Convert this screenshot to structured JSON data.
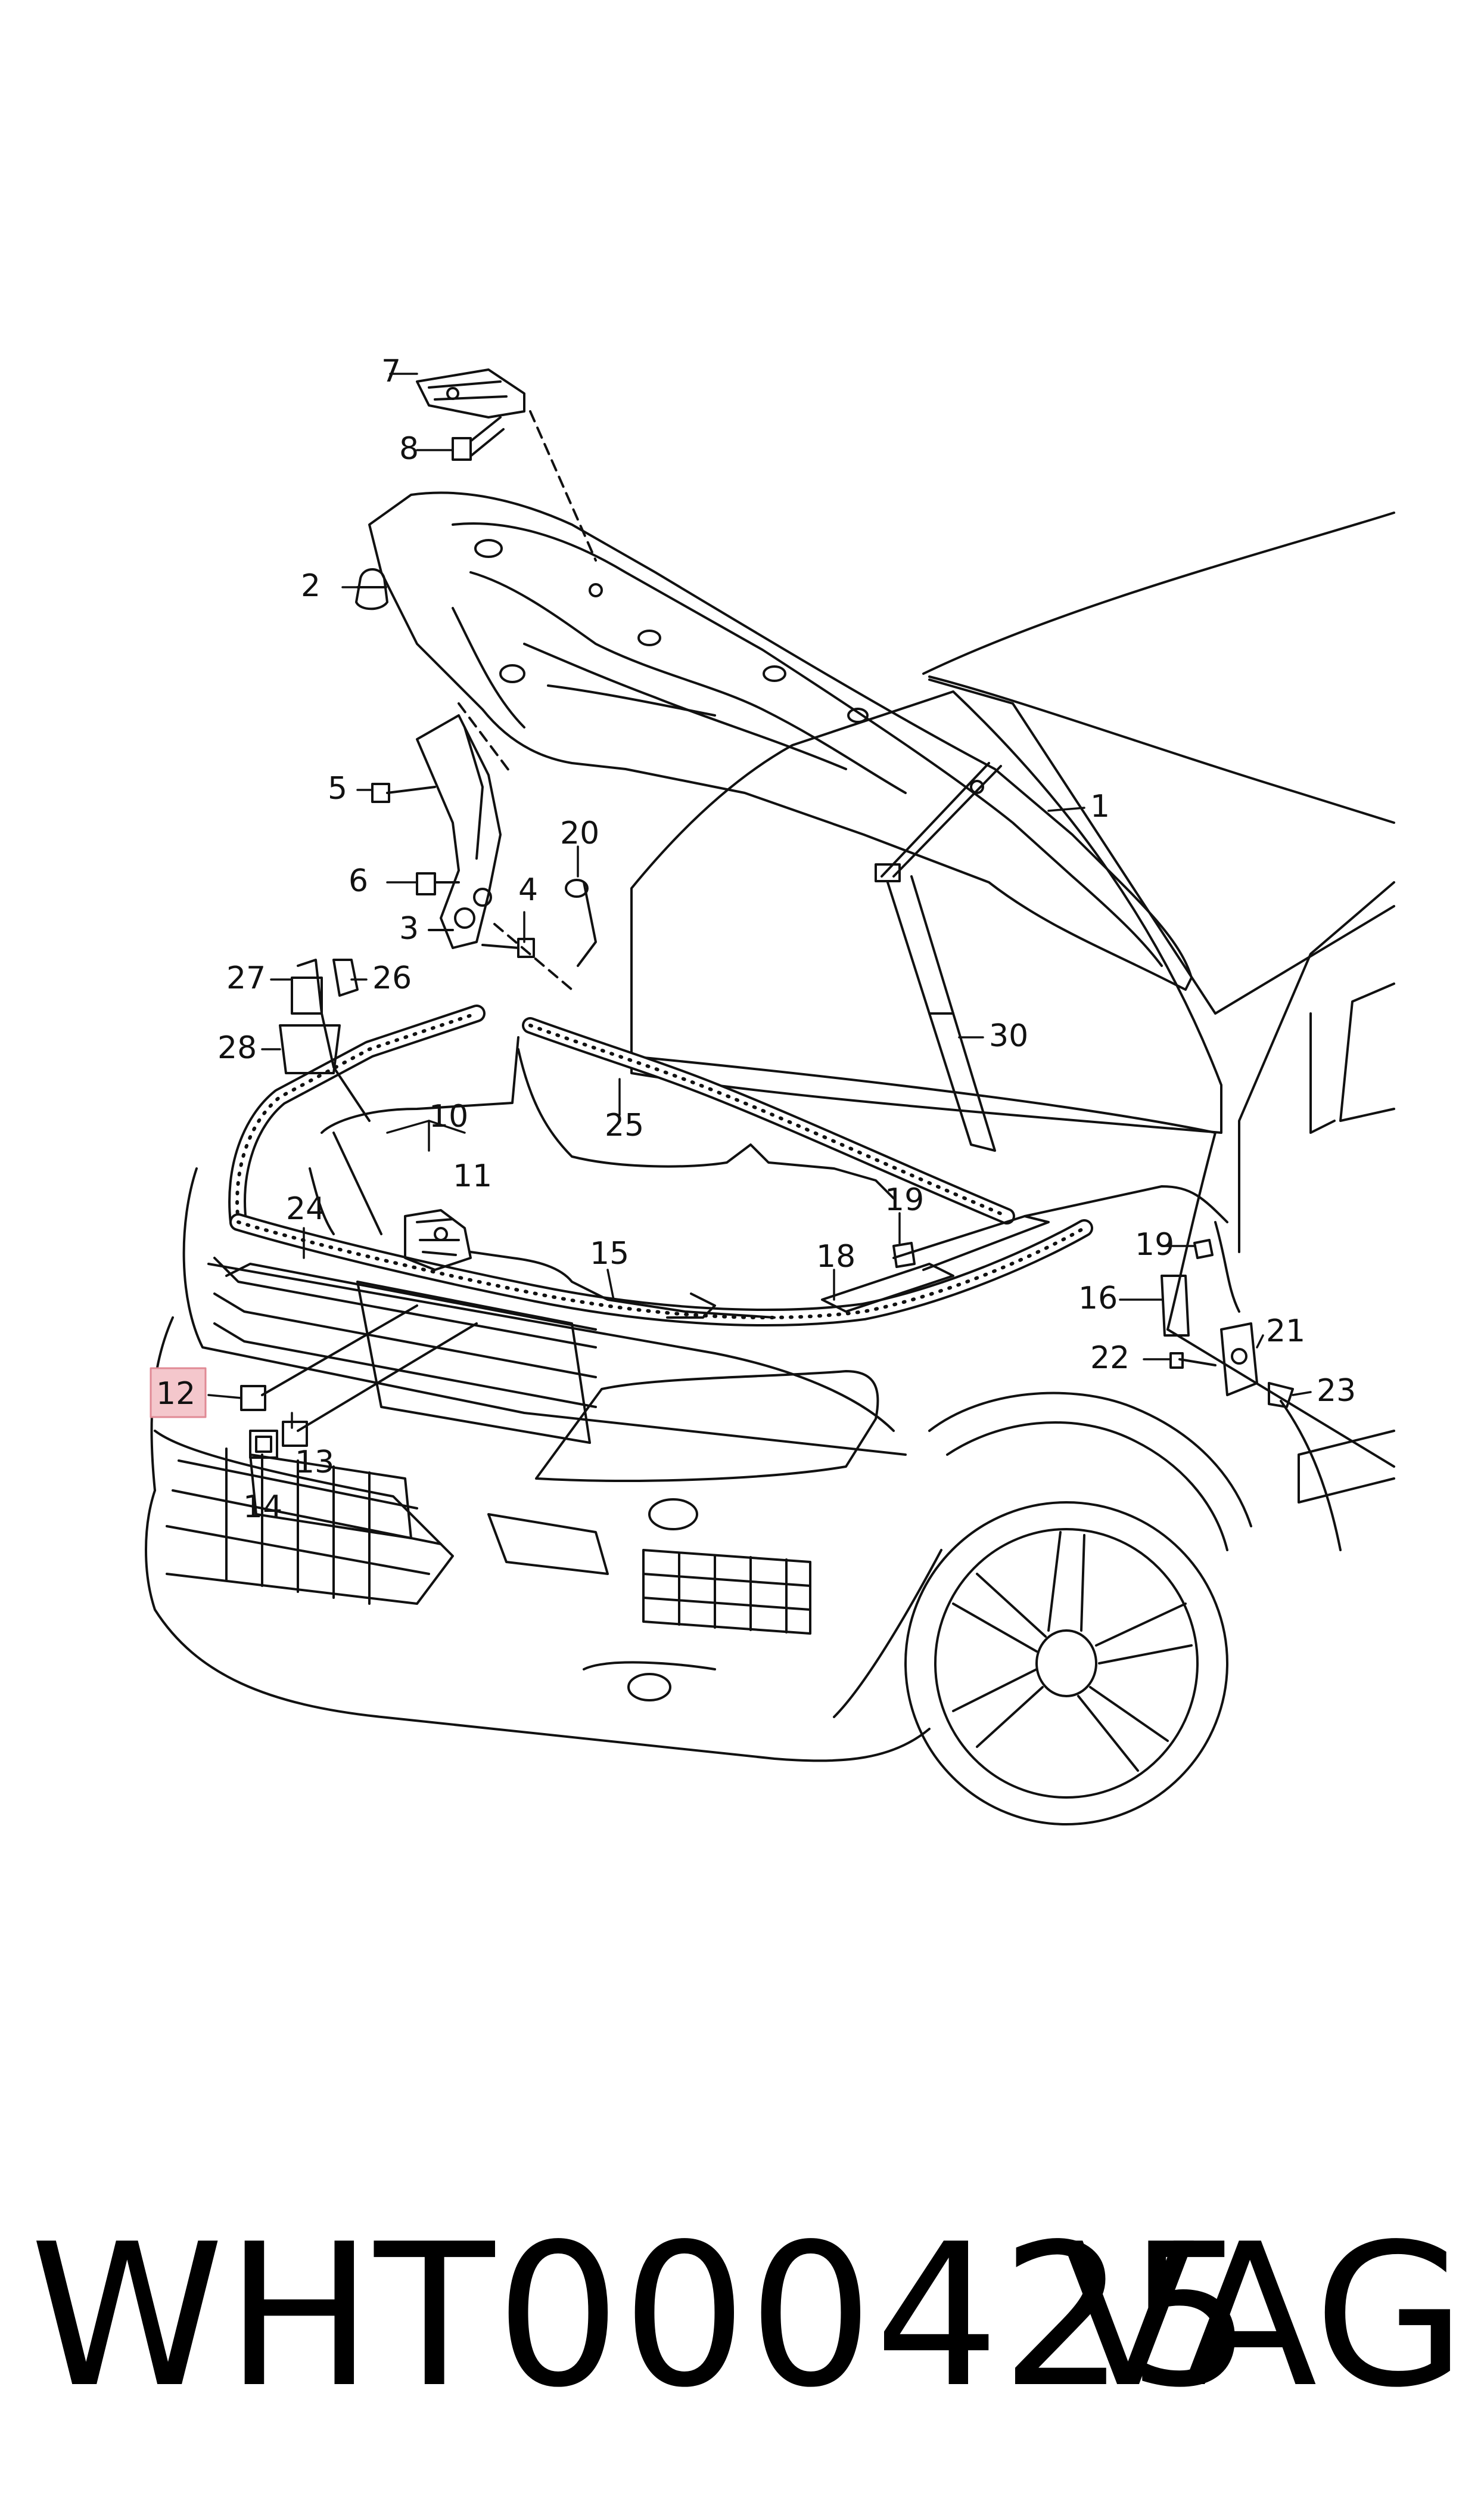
{
  "callouts": [
    {
      "id": "1",
      "text": "1"
    },
    {
      "id": "2",
      "text": "2"
    },
    {
      "id": "3",
      "text": "3"
    },
    {
      "id": "4",
      "text": "4"
    },
    {
      "id": "5",
      "text": "5"
    },
    {
      "id": "6",
      "text": "6"
    },
    {
      "id": "7",
      "text": "7"
    },
    {
      "id": "8",
      "text": "8"
    },
    {
      "id": "10",
      "text": "10"
    },
    {
      "id": "11",
      "text": "11"
    },
    {
      "id": "12",
      "text": "12"
    },
    {
      "id": "13",
      "text": "13"
    },
    {
      "id": "14",
      "text": "14"
    },
    {
      "id": "15",
      "text": "15"
    },
    {
      "id": "16",
      "text": "16"
    },
    {
      "id": "18",
      "text": "18"
    },
    {
      "id": "19a",
      "text": "19"
    },
    {
      "id": "19b",
      "text": "19"
    },
    {
      "id": "20",
      "text": "20"
    },
    {
      "id": "21",
      "text": "21"
    },
    {
      "id": "22",
      "text": "22"
    },
    {
      "id": "23",
      "text": "23"
    },
    {
      "id": "24",
      "text": "24"
    },
    {
      "id": "25",
      "text": "25"
    },
    {
      "id": "26",
      "text": "26"
    },
    {
      "id": "27",
      "text": "27"
    },
    {
      "id": "28",
      "text": "28"
    },
    {
      "id": "30",
      "text": "30"
    }
  ],
  "highlighted_callout": "12",
  "highlight_color": "#f4c7cc",
  "highlight_border": "#e08a95",
  "caption": {
    "part_number": "WHT000425",
    "brand": "VAG"
  }
}
